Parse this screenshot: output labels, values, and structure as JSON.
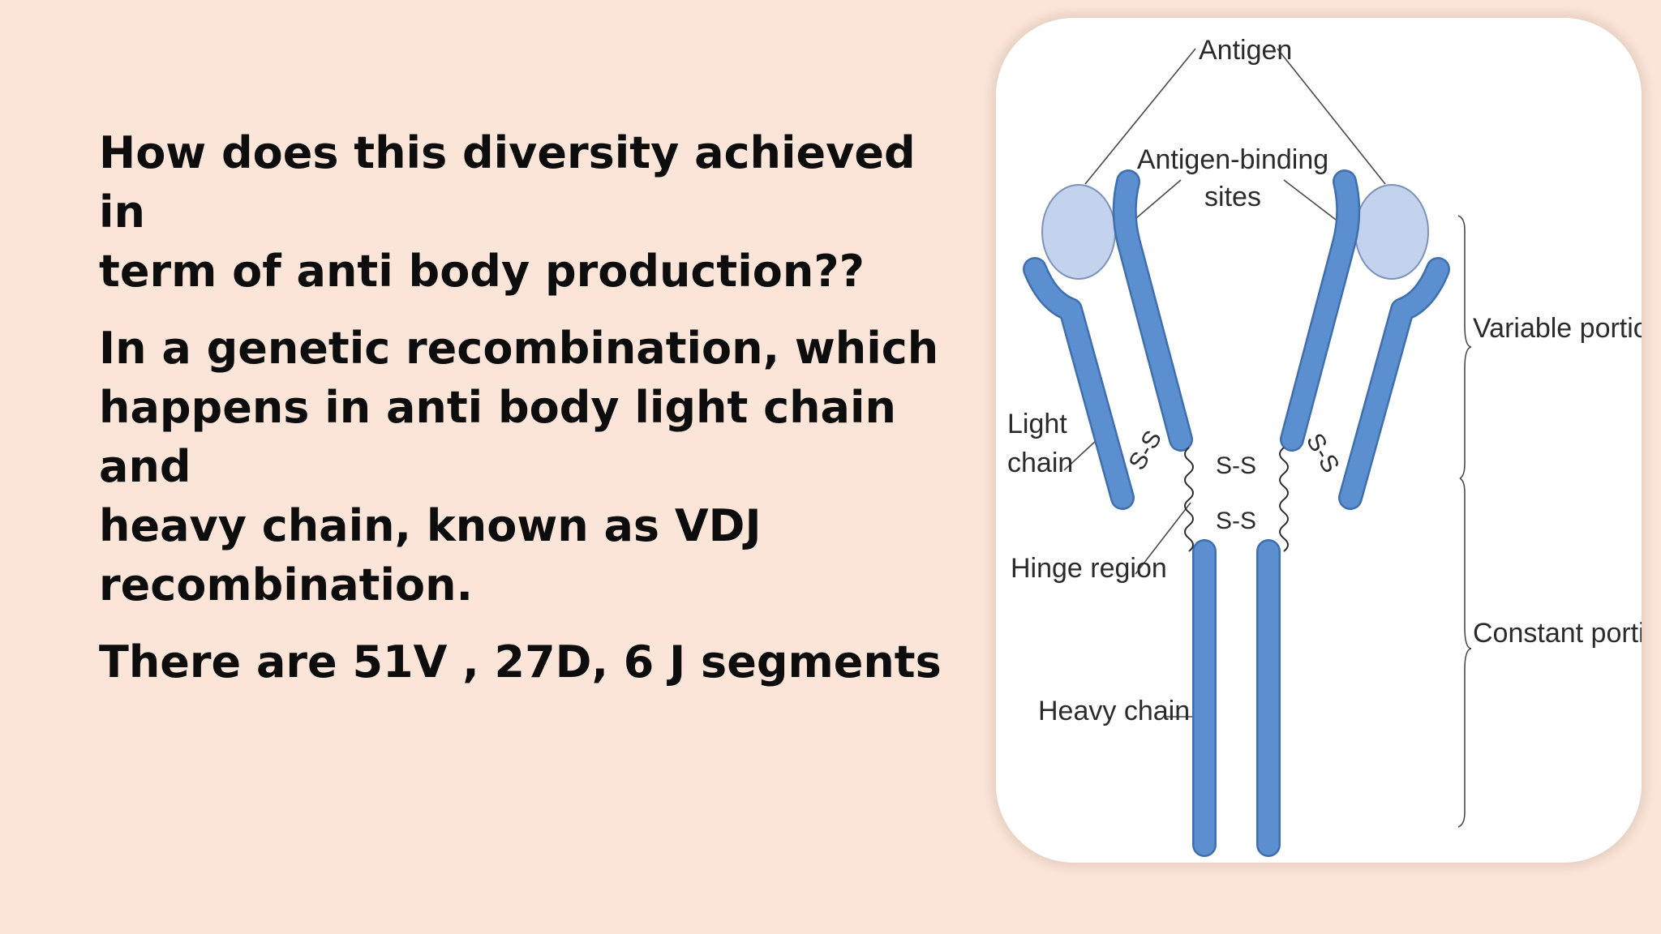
{
  "slide": {
    "question": "How does this diversity achieved in\nterm of anti body production??",
    "answer": "In a genetic recombination, which\nhappens in anti body light chain and\nheavy chain, known as VDJ\nrecombination.",
    "segments": "There are 51V , 27D, 6 J segments"
  },
  "diagram": {
    "labels": {
      "antigen": "Antigen",
      "binding_sites_line1": "Antigen-binding",
      "binding_sites_line2": "sites",
      "variable_portion": "Variable portion",
      "constant_portion": "Constant portion",
      "light_line1": "Light",
      "light_line2": "chain",
      "hinge_region": "Hinge region",
      "heavy_chain": "Heavy chain",
      "disulfide_left": "S-S",
      "disulfide_right": "S-S",
      "disulfide_hinge_top": "S-S",
      "disulfide_hinge_bottom": "S-S"
    },
    "colors": {
      "chain_fill": "#5b8fcf",
      "chain_outline": "#3f6fae",
      "antigen_fill": "#c3d3ee",
      "antigen_outline": "#7f93b8",
      "leader_line": "#4a4a4a"
    }
  }
}
